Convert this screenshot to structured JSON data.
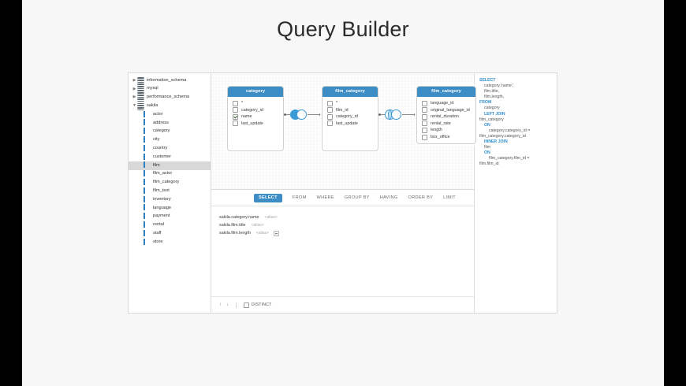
{
  "page": {
    "title": "Query Builder"
  },
  "sidebar": {
    "items": [
      {
        "label": "information_schema",
        "type": "database",
        "expanded": false,
        "selected": false
      },
      {
        "label": "mysql",
        "type": "database",
        "expanded": false,
        "selected": false
      },
      {
        "label": "performance_schema",
        "type": "database",
        "expanded": false,
        "selected": false
      },
      {
        "label": "sakila",
        "type": "database",
        "expanded": true,
        "selected": false
      },
      {
        "label": "actor",
        "type": "table",
        "selected": false
      },
      {
        "label": "address",
        "type": "table",
        "selected": false
      },
      {
        "label": "category",
        "type": "table",
        "selected": false
      },
      {
        "label": "city",
        "type": "table",
        "selected": false
      },
      {
        "label": "country",
        "type": "table",
        "selected": false
      },
      {
        "label": "customer",
        "type": "table",
        "selected": false
      },
      {
        "label": "film",
        "type": "table",
        "selected": true
      },
      {
        "label": "film_actor",
        "type": "table",
        "selected": false
      },
      {
        "label": "film_category",
        "type": "table",
        "selected": false
      },
      {
        "label": "film_text",
        "type": "table",
        "selected": false
      },
      {
        "label": "inventory",
        "type": "table",
        "selected": false
      },
      {
        "label": "language",
        "type": "table",
        "selected": false
      },
      {
        "label": "payment",
        "type": "table",
        "selected": false
      },
      {
        "label": "rental",
        "type": "table",
        "selected": false
      },
      {
        "label": "staff",
        "type": "table",
        "selected": false
      },
      {
        "label": "store",
        "type": "table",
        "selected": false
      }
    ]
  },
  "canvas": {
    "tables": [
      {
        "name": "category",
        "fields": [
          {
            "label": "*",
            "checked": false
          },
          {
            "label": "category_id",
            "checked": false
          },
          {
            "label": "name",
            "checked": true
          },
          {
            "label": "last_update",
            "checked": false
          }
        ]
      },
      {
        "name": "film_category",
        "fields": [
          {
            "label": "*",
            "checked": false
          },
          {
            "label": "film_id",
            "checked": false
          },
          {
            "label": "category_id",
            "checked": false
          },
          {
            "label": "last_update",
            "checked": false
          }
        ]
      },
      {
        "name": "film_category",
        "fields": [
          {
            "label": "language_id",
            "checked": false
          },
          {
            "label": "original_language_id",
            "checked": false
          },
          {
            "label": "rental_duration",
            "checked": false
          },
          {
            "label": "rental_rate",
            "checked": false
          },
          {
            "label": "length",
            "checked": false
          },
          {
            "label": "box_office",
            "checked": false
          }
        ]
      }
    ],
    "joins": [
      {
        "kind": "left-join"
      },
      {
        "kind": "inner-join"
      }
    ]
  },
  "clause_tabs": [
    {
      "label": "SELECT",
      "active": true
    },
    {
      "label": "FROM",
      "active": false
    },
    {
      "label": "WHERE",
      "active": false
    },
    {
      "label": "GROUP BY",
      "active": false
    },
    {
      "label": "HAVING",
      "active": false
    },
    {
      "label": "ORDER BY",
      "active": false
    },
    {
      "label": "LIMIT",
      "active": false
    }
  ],
  "select_rows": [
    {
      "field": "sakila.category.name",
      "alias": "<alias>",
      "has_button": false
    },
    {
      "field": "sakila.film.title",
      "alias": "<alias>",
      "has_button": false
    },
    {
      "field": "sakila.film.length",
      "alias": "<alias>",
      "has_button": true
    }
  ],
  "bottom_bar": {
    "move_up": "↑",
    "move_down": "↓",
    "distinct_label": "DISTINCT",
    "distinct_checked": false
  },
  "sql_preview": {
    "lines": [
      {
        "text": "SELECT",
        "kw": true,
        "indent": 0
      },
      {
        "text": "category.'name',",
        "kw": false,
        "indent": 1
      },
      {
        "text": "film.title,",
        "kw": false,
        "indent": 1
      },
      {
        "text": "film.length,",
        "kw": false,
        "indent": 1
      },
      {
        "text": "FROM",
        "kw": true,
        "indent": 0
      },
      {
        "text": "category",
        "kw": false,
        "indent": 1
      },
      {
        "text": "LEFT JOIN",
        "kw": true,
        "indent": 1
      },
      {
        "text": "film_category",
        "kw": false,
        "indent": 0
      },
      {
        "text": "ON",
        "kw": true,
        "indent": 1
      },
      {
        "text": "category.category_id =",
        "kw": false,
        "indent": 2
      },
      {
        "text": "film_category.category_id",
        "kw": false,
        "indent": 0
      },
      {
        "text": "INNER JOIN",
        "kw": true,
        "indent": 1
      },
      {
        "text": "film",
        "kw": false,
        "indent": 1
      },
      {
        "text": "ON",
        "kw": true,
        "indent": 1
      },
      {
        "text": "film_category.film_id =",
        "kw": false,
        "indent": 2
      },
      {
        "text": "film.film_id",
        "kw": false,
        "indent": 0
      }
    ]
  },
  "colors": {
    "accent": "#3c8dc5",
    "join_blue": "#3c9bd6",
    "table_icon": "#2f7fc1",
    "keyword": "#2f8fd0"
  }
}
